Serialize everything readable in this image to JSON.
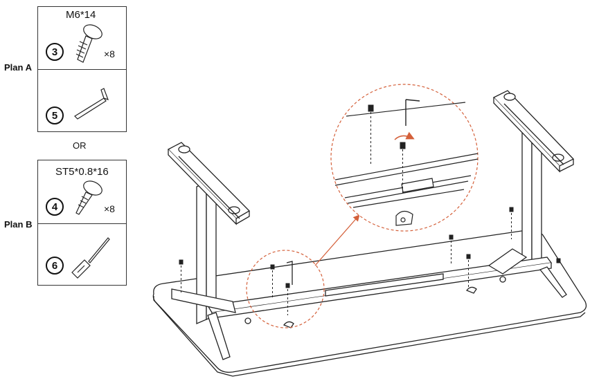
{
  "parts": {
    "plan_a_label": "Plan A",
    "plan_b_label": "Plan B",
    "or_label": "OR",
    "screw_a_spec": "M6*14",
    "screw_b_spec": "ST5*0.8*16",
    "qty_a": "×8",
    "qty_b": "×8",
    "num_3": "3",
    "num_4": "4",
    "num_5": "5",
    "num_6": "6"
  },
  "icons": {
    "screw_a": "m6-screw-icon",
    "allen_key": "allen-key-icon",
    "screw_b": "self-tapping-screw-icon",
    "screwdriver": "screwdriver-icon"
  },
  "colors": {
    "line": "#222222",
    "callout": "#d4603a"
  }
}
